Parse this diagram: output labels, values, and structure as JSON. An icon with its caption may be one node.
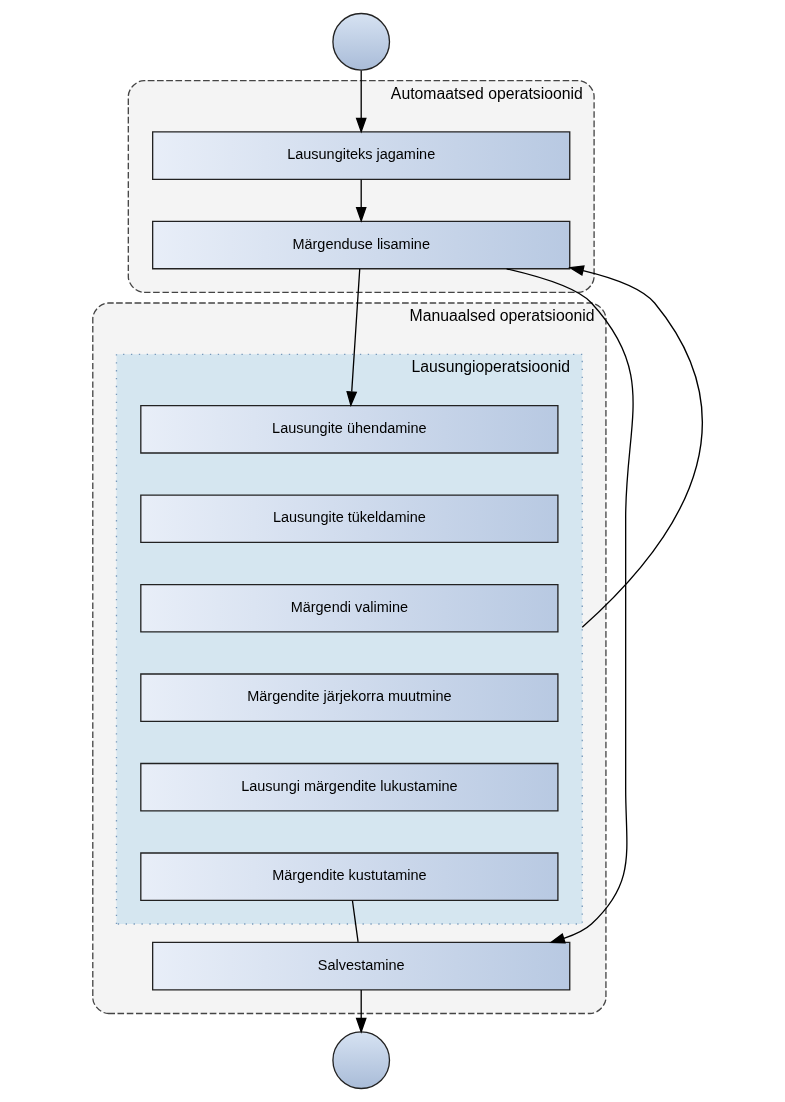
{
  "diagram": {
    "nodes": [
      {
        "text": [],
        "shape": "circle"
      },
      {
        "text": [
          "Automaatsed operatsioonid"
        ]
      },
      {
        "text": [
          "Lausungiteks jagamine"
        ],
        "in": 1
      },
      {
        "text": [
          "Märgenduse lisamine"
        ],
        "in": 1
      },
      {
        "text": [
          "Manuaalsed operatsioonid"
        ]
      },
      {
        "text": [
          "Lausungioperatsioonid"
        ],
        "in": 4
      },
      {
        "text": [
          "Lausungite ühendamine"
        ],
        "in": 5
      },
      {
        "text": [
          "Lausungite tükeldamine"
        ],
        "in": 5
      },
      {
        "text": [
          "Märgendi valimine"
        ],
        "in": 5
      },
      {
        "text": [
          "Märgendite järjekorra muutmine"
        ],
        "in": 5
      },
      {
        "text": [
          "Lausungi märgendite lukustamine"
        ],
        "in": 5
      },
      {
        "text": [
          "Märgendite kustutamine"
        ],
        "in": 5
      },
      {
        "text": [
          "Salvestamine"
        ],
        "in": 4
      },
      {
        "text": [],
        "shape": "circle"
      }
    ],
    "edges": [
      {
        "from": 0,
        "to": 2,
        "arrow": "to"
      },
      {
        "from": 2,
        "to": 3,
        "arrow": "to"
      },
      {
        "from": 3,
        "to": 6,
        "arrow": "to"
      },
      {
        "from": 5,
        "to": 3,
        "arrow": "to"
      },
      {
        "from": 3,
        "to": 12,
        "arrow": "to"
      },
      {
        "from": 11,
        "to": 12,
        "arrow": "none"
      },
      {
        "from": 12,
        "to": 13,
        "arrow": "to"
      }
    ]
  }
}
